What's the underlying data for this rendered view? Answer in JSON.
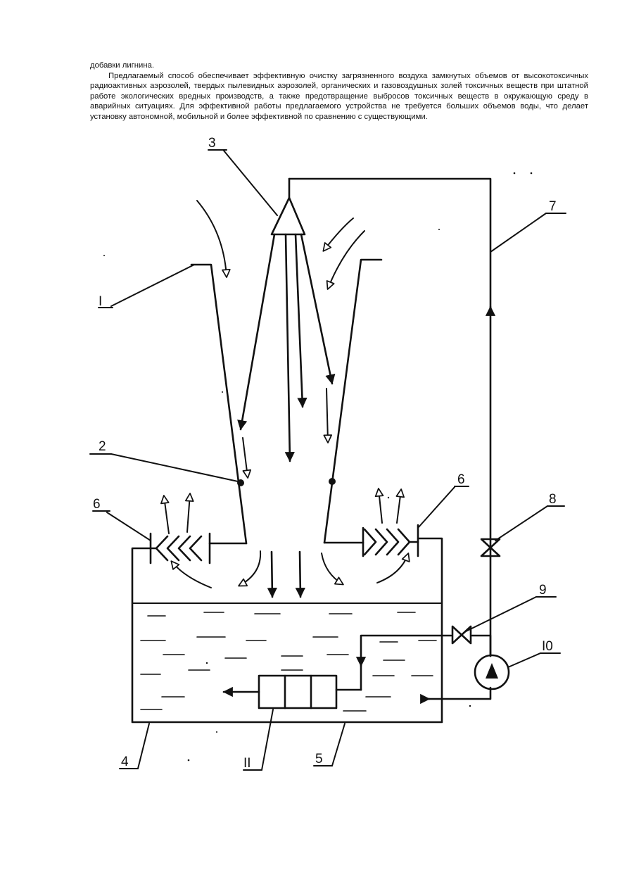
{
  "paragraphs": [
    "добавки лигнина.",
    "Предлагаемый способ обеспечивает эффективную очистку загрязненного воздуха замкнутых объемов от высокотоксичных радиоактивных аэрозолей, твердых пылевидных аэрозолей, органических и газовоздушных золей токсичных веществ при штатной работе экологических вредных производств, а также предотвращение выбросов токсичных веществ в окружающую среду в аварийных ситуациях. Для эффективной работы предлагаемого устройства не требуется больших объемов воды, что делает установку автономной, мобильной и более эффективной по сравнению с существующими."
  ],
  "figure": {
    "labels": {
      "housing": "I",
      "sensor": "2",
      "nozzle": "3",
      "tank": "4",
      "water": "5",
      "separator_left": "6",
      "separator_right": "6",
      "pipe": "7",
      "valve_main": "8",
      "valve_bypass": "9",
      "pump": "I0",
      "filter": "II"
    }
  }
}
